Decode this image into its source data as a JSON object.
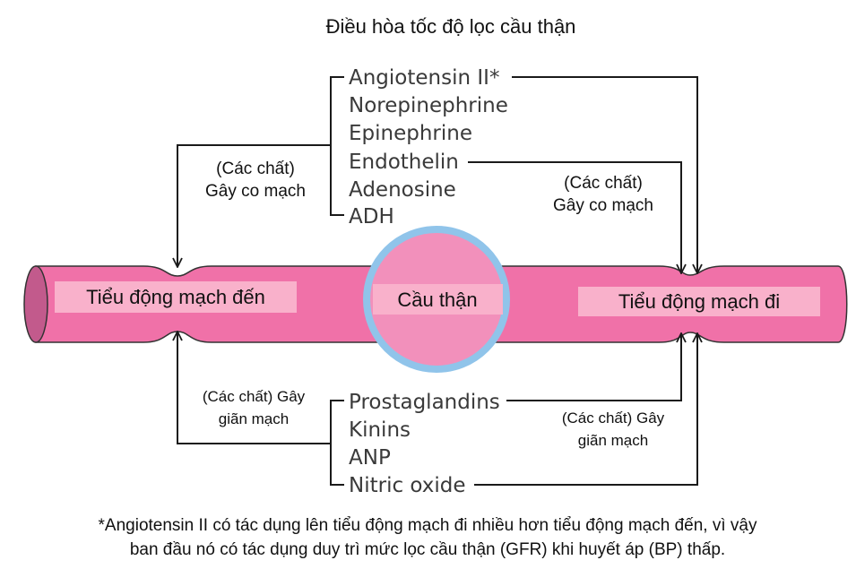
{
  "title": "Điều hòa tốc độ lọc cầu thận",
  "vessels": {
    "afferent_label": "Tiểu động mạch đến",
    "glomerulus_label": "Cầu thận",
    "efferent_label": "Tiểu động mạch đi"
  },
  "vasoconstrictors": {
    "items": [
      "Angiotensin II*",
      "Norepinephrine",
      "Epinephrine",
      "Endothelin",
      "Adenosine",
      "ADH"
    ],
    "left_label": [
      "(Các chất)",
      "Gây co mạch"
    ],
    "right_label": [
      "(Các chất)",
      "Gây co mạch"
    ]
  },
  "vasodilators": {
    "items": [
      "Prostaglandins",
      "Kinins",
      "ANP",
      "Nitric oxide"
    ],
    "left_label": [
      "(Các chất) Gây",
      "giãn mạch"
    ],
    "right_label": [
      "(Các chất) Gây",
      "giãn mạch"
    ]
  },
  "footnote": [
    "*Angiotensin II có tác dụng lên tiểu động mạch đi nhiều hơn tiểu động mạch đến, vì vậy",
    "ban đầu nó có tác dụng duy trì mức lọc cầu thận (GFR) khi huyết áp (BP) thấp."
  ],
  "colors": {
    "vessel": "#f071a8",
    "vessel_cap": "#c25a8c",
    "label_box": "#f9b1cb",
    "glomerulus": "#f290bb",
    "glomerulus_border": "#90c4ea"
  }
}
